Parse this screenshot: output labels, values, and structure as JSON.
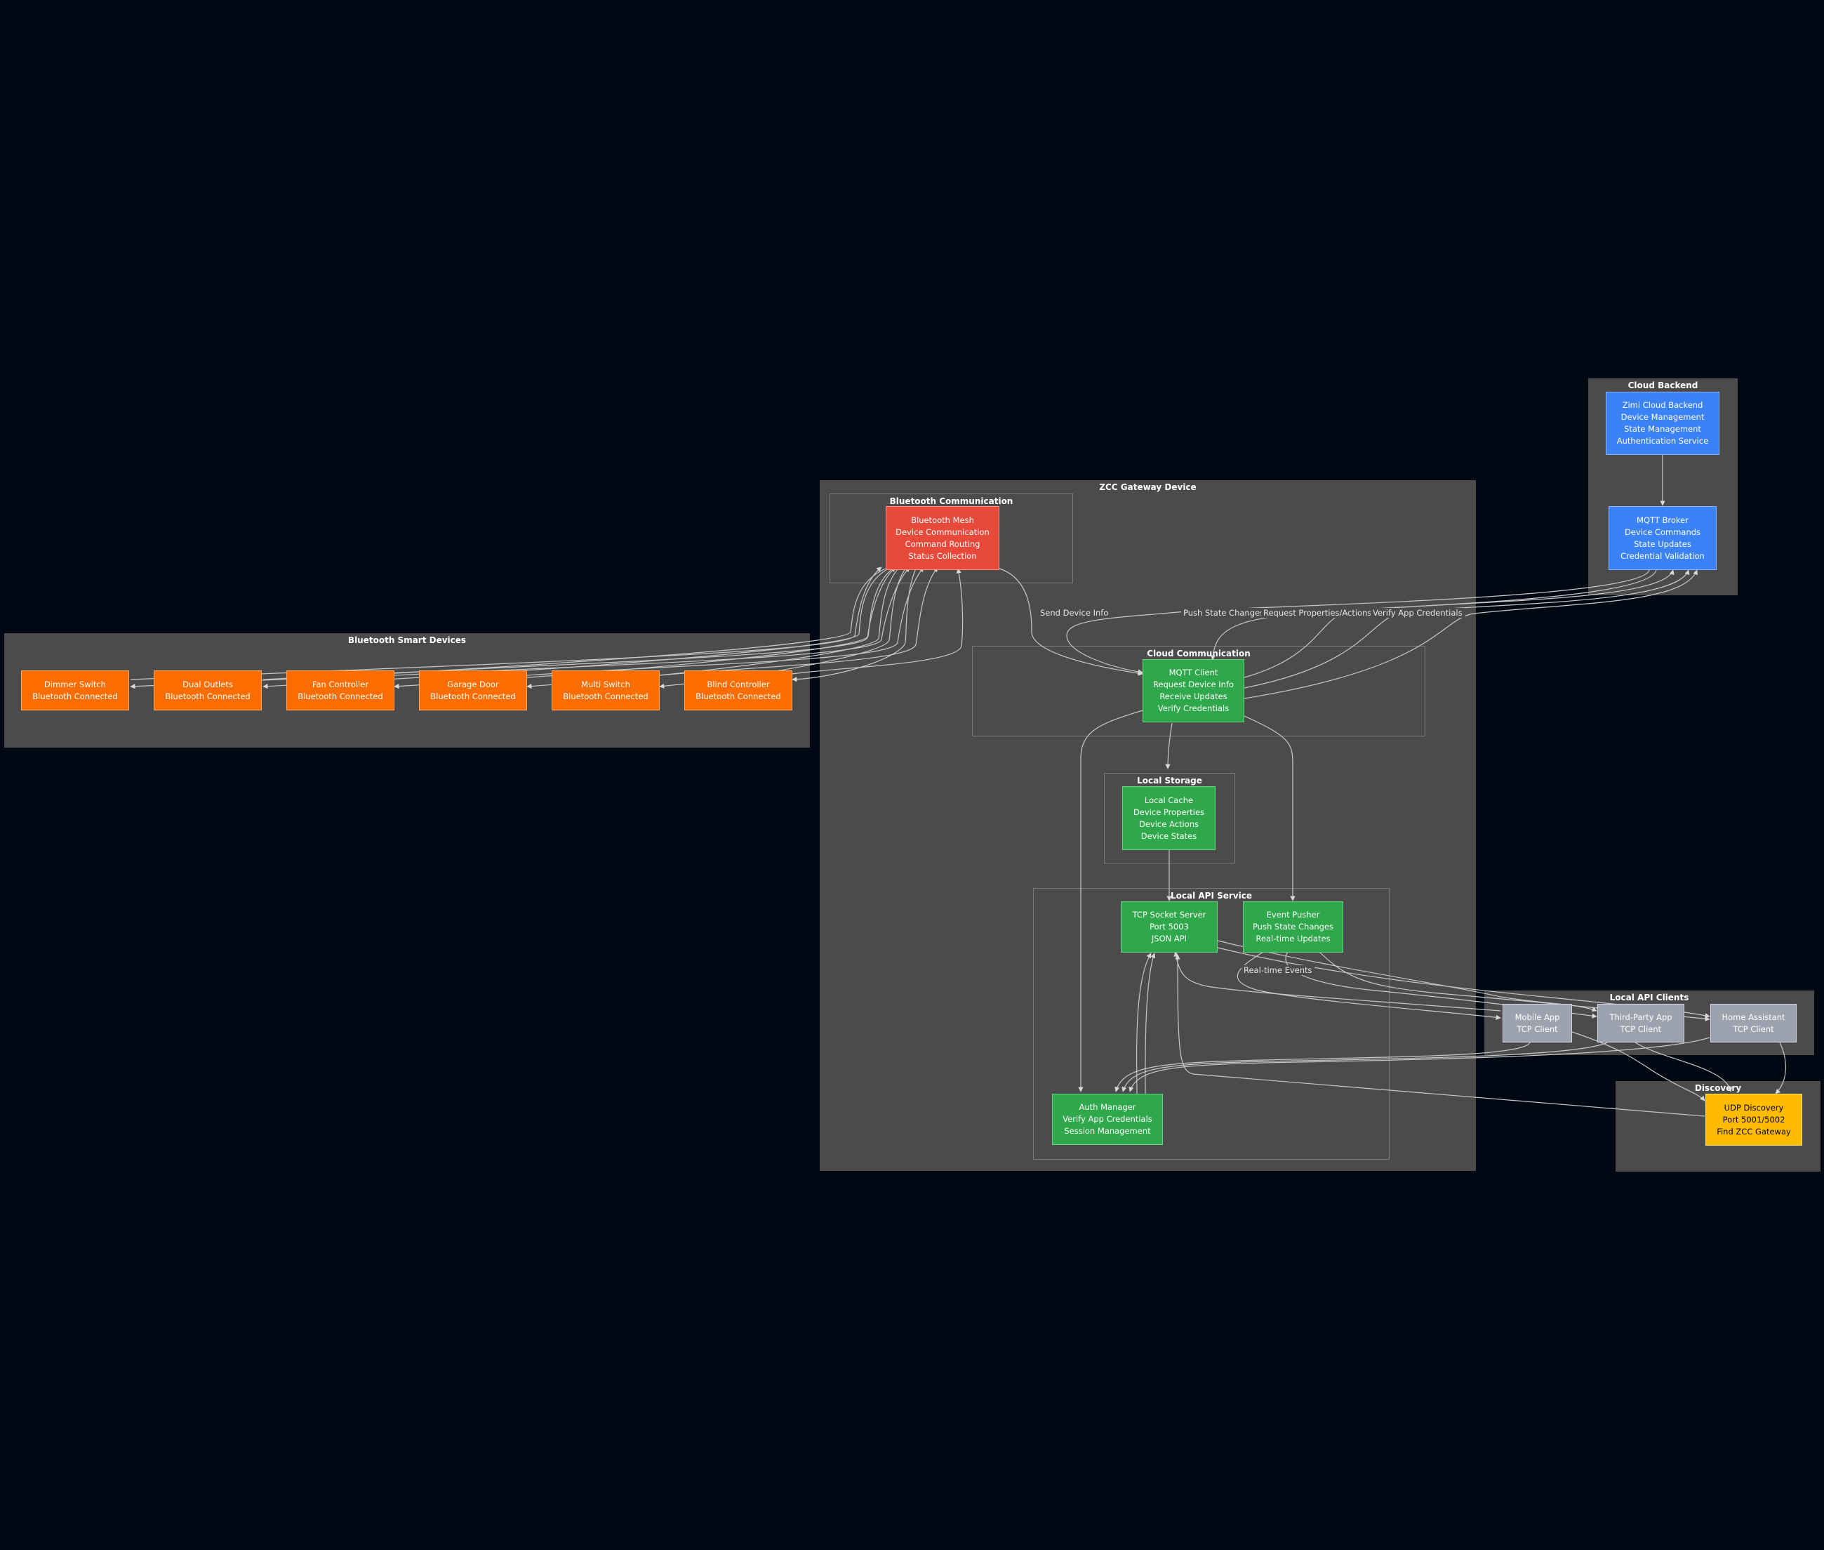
{
  "colors": {
    "background": "#000814",
    "cluster": "#4b4b4b",
    "edge": "#cfcfcf",
    "bluetooth_device": "#ff6d00",
    "bluetooth_mesh": "#e74a3b",
    "gateway_component": "#2ea84a",
    "cloud": "#3b82f6",
    "client": "#9ca3af",
    "discovery": "#ffbb00"
  },
  "clusters": {
    "cloud_backend": "Cloud Backend",
    "zcc_gateway": "ZCC Gateway Device",
    "bluetooth_comm": "Bluetooth Communication",
    "cloud_comm": "Cloud Communication",
    "local_storage": "Local Storage",
    "local_api_service": "Local API Service",
    "bluetooth_devices": "Bluetooth Smart Devices",
    "local_api_clients": "Local API Clients",
    "discovery": "Discovery"
  },
  "nodes": {
    "zimi_cloud": [
      "Zimi Cloud Backend",
      "Device Management",
      "State Management",
      "Authentication Service"
    ],
    "mqtt_broker": [
      "MQTT Broker",
      "Device Commands",
      "State Updates",
      "Credential Validation"
    ],
    "bt_mesh": [
      "Bluetooth Mesh",
      "Device Communication",
      "Command Routing",
      "Status Collection"
    ],
    "mqtt_client": [
      "MQTT Client",
      "Request Device Info",
      "Receive Updates",
      "Verify Credentials"
    ],
    "local_cache": [
      "Local Cache",
      "Device Properties",
      "Device Actions",
      "Device States"
    ],
    "tcp_server": [
      "TCP Socket Server",
      "Port 5003",
      "JSON API"
    ],
    "event_pusher": [
      "Event Pusher",
      "Push State Changes",
      "Real-time Updates"
    ],
    "auth_manager": [
      "Auth Manager",
      "Verify App Credentials",
      "Session Management"
    ],
    "dimmer": [
      "Dimmer Switch",
      "Bluetooth Connected"
    ],
    "dual_outlets": [
      "Dual Outlets",
      "Bluetooth Connected"
    ],
    "fan": [
      "Fan Controller",
      "Bluetooth Connected"
    ],
    "garage": [
      "Garage Door",
      "Bluetooth Connected"
    ],
    "multi": [
      "Multi Switch",
      "Bluetooth Connected"
    ],
    "blind": [
      "Blind Controller",
      "Bluetooth Connected"
    ],
    "mobile": [
      "Mobile App",
      "TCP Client"
    ],
    "third_party": [
      "Third-Party App",
      "TCP Client"
    ],
    "home_assistant": [
      "Home Assistant",
      "TCP Client"
    ],
    "udp": [
      "UDP Discovery",
      "Port 5001/5002",
      "Find ZCC Gateway"
    ]
  },
  "edge_labels": {
    "send_device_info": "Send Device Info",
    "push_state_changes": "Push State Changes",
    "request_properties": "Request Properties/Actions",
    "verify_credentials": "Verify App Credentials",
    "realtime_events": "Real-time Events"
  }
}
